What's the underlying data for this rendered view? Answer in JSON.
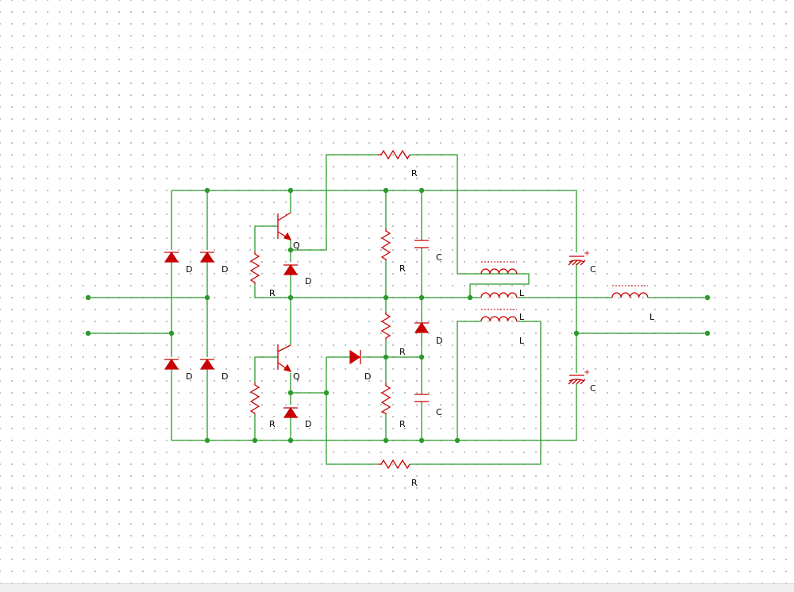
{
  "schematic": {
    "labels": {
      "r_top": "R",
      "r_bottom": "R",
      "r_q1_base": "R",
      "r_q2_base": "R",
      "r_div_top": "R",
      "r_div_mid": "R",
      "r_div_bot": "R",
      "c_top": "C",
      "c_bot": "C",
      "c_out_top": "C",
      "c_out_bot": "C",
      "d_br1": "D",
      "d_br2": "D",
      "d_br3": "D",
      "d_br4": "D",
      "d_q1": "D",
      "d_q2": "D",
      "d_trig": "D",
      "d_mid": "D",
      "q1": "Q",
      "q2": "Q",
      "l_t1": "L",
      "l_t2": "L",
      "l_out": "L",
      "cap_plus_top": "+",
      "cap_plus_bot": "+"
    },
    "colors": {
      "wire": "#2a9a2a",
      "component": "#c80000",
      "grid_dot": "#b4b4b4",
      "text": "#000000"
    }
  }
}
